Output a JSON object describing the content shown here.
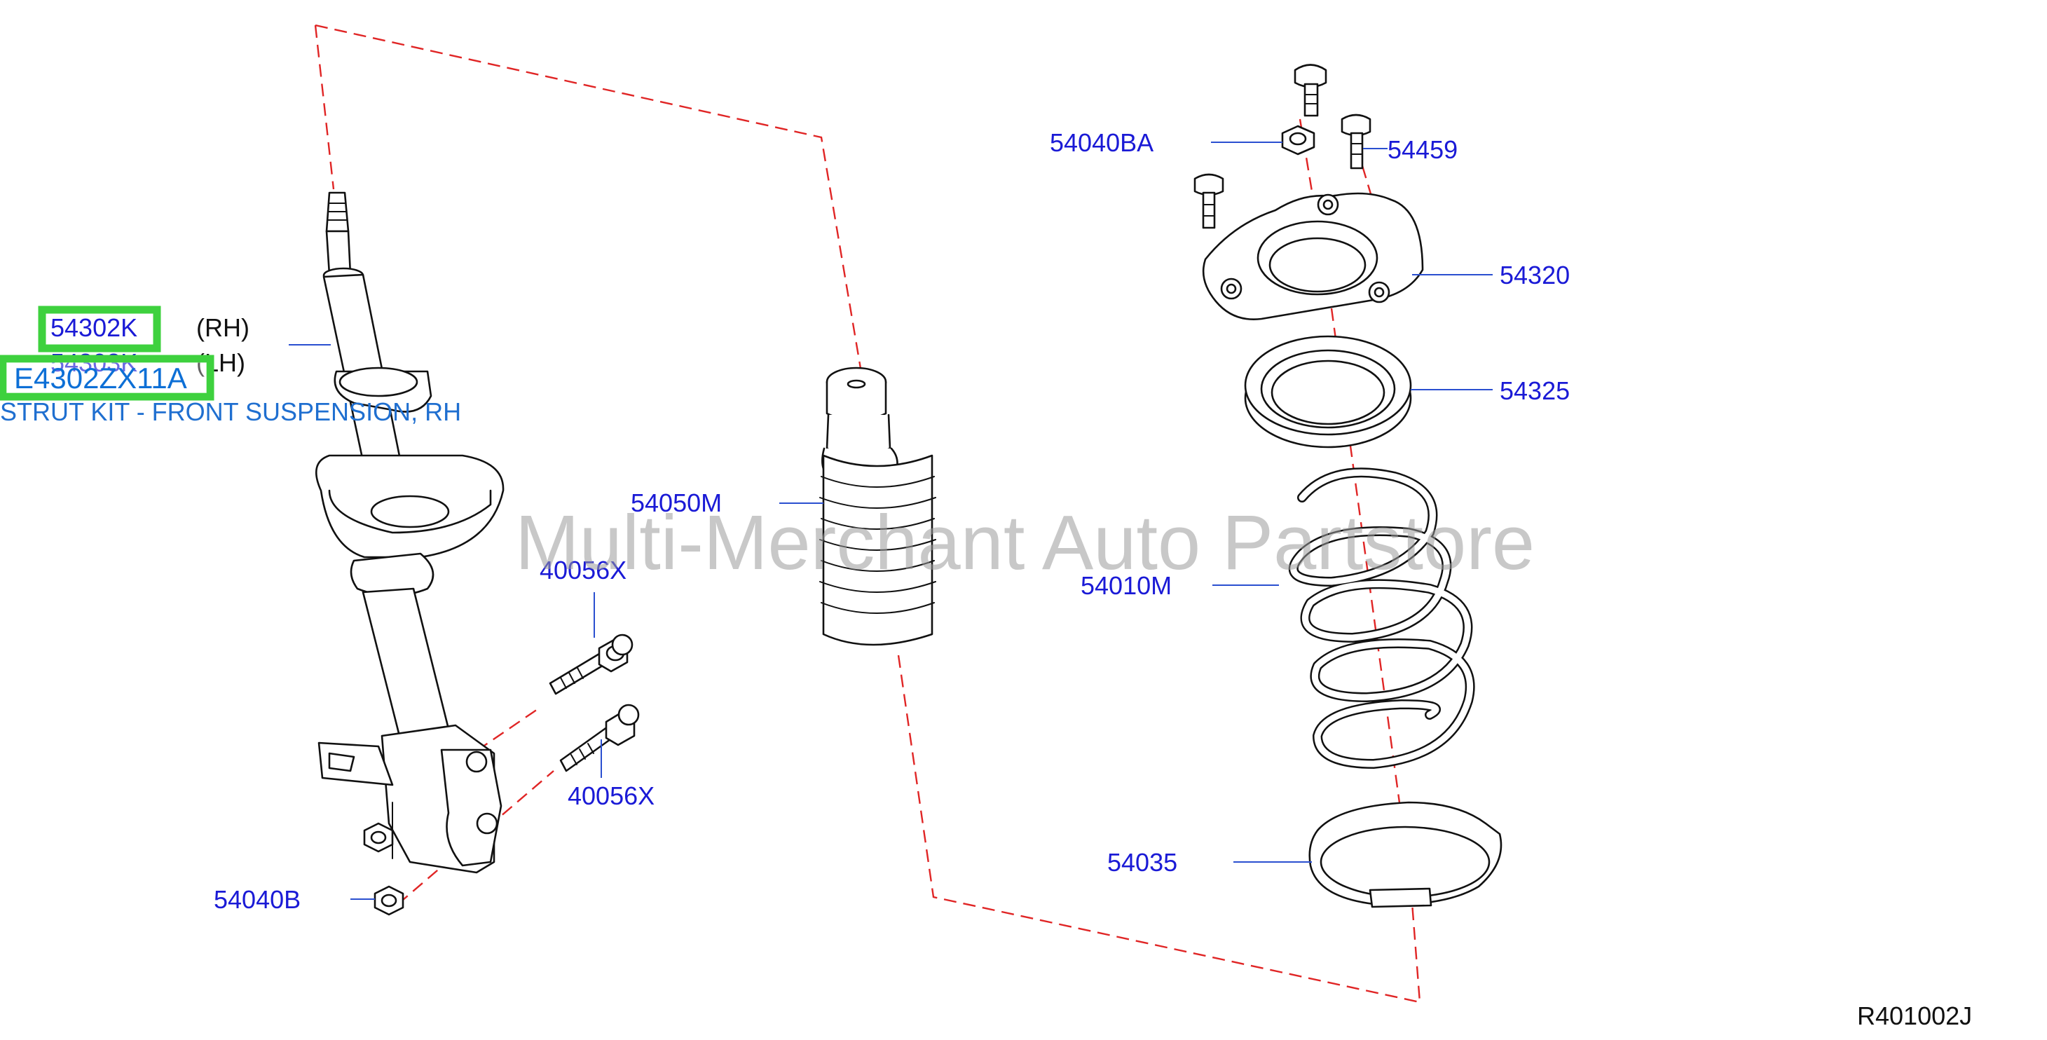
{
  "watermark": "Multi-Merchant Auto Partstore",
  "diagram_code": "R401002J",
  "highlight": {
    "part_number": "E4302ZX11A",
    "description": "STRUT KIT - FRONT SUSPENSION, RH",
    "color": "#3ed13e"
  },
  "labels": {
    "strut_rh": "54302K",
    "strut_rh_side": "(RH)",
    "strut_lh": "54303K",
    "strut_lh_side": "(LH)",
    "bound_bumper": "54050M",
    "bolt_upper": "40056X",
    "bolt_lower": "40056X",
    "nut_lower": "54040B",
    "nut_mount": "54040BA",
    "mount_bolt": "54459",
    "strut_mount": "54320",
    "bearing": "54325",
    "coil_spring": "54010M",
    "spring_seat": "54035"
  },
  "colors": {
    "label": "#1a1ad6",
    "dashed_outline": "#e02525",
    "leader": "#2a4fd0",
    "highlight_text": "#0d6fd6"
  }
}
